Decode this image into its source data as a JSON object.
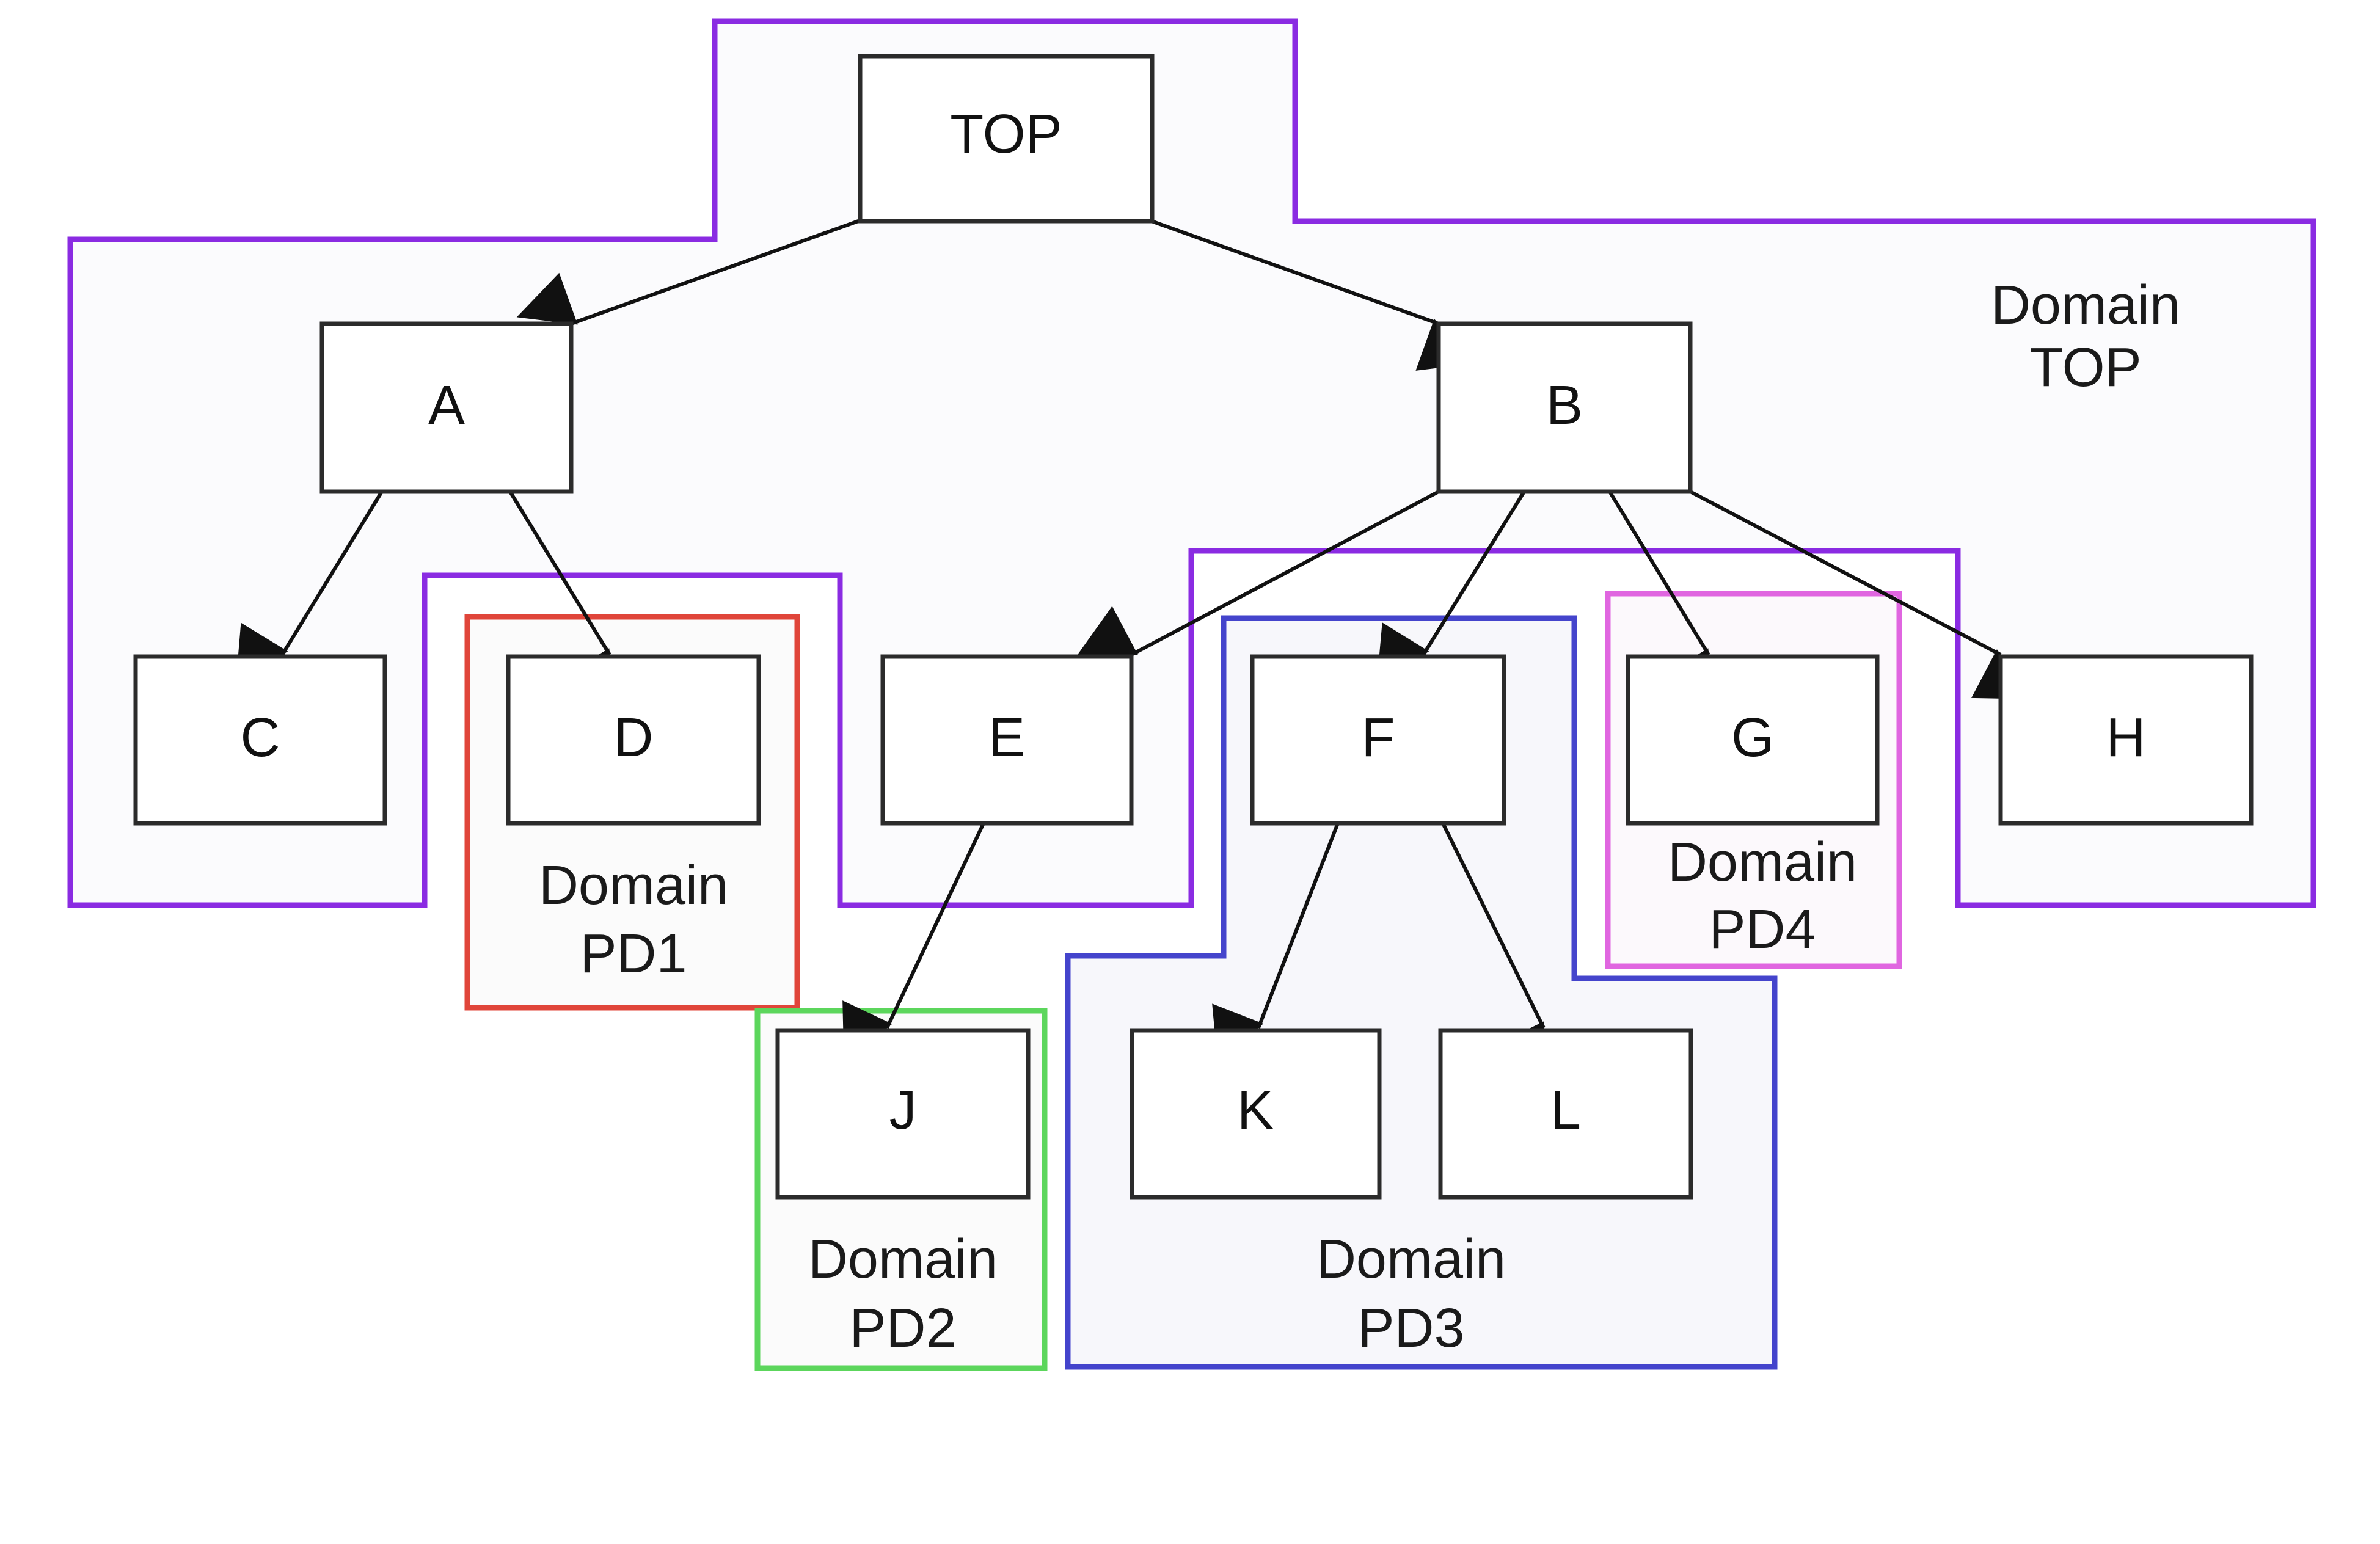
{
  "nodes": {
    "TOP": "TOP",
    "A": "A",
    "B": "B",
    "C": "C",
    "D": "D",
    "E": "E",
    "F": "F",
    "G": "G",
    "H": "H",
    "J": "J",
    "K": "K",
    "L": "L"
  },
  "domains": {
    "top": {
      "line1": "Domain",
      "line2": "TOP",
      "color": "#8a2be2"
    },
    "pd1": {
      "line1": "Domain",
      "line2": "PD1",
      "color": "#e0453a"
    },
    "pd2": {
      "line1": "Domain",
      "line2": "PD2",
      "color": "#5cd65c"
    },
    "pd3": {
      "line1": "Domain",
      "line2": "PD3",
      "color": "#4444cc"
    },
    "pd4": {
      "line1": "Domain",
      "line2": "PD4",
      "color": "#e066e0"
    }
  },
  "edges": [
    [
      "TOP",
      "A"
    ],
    [
      "TOP",
      "B"
    ],
    [
      "A",
      "C"
    ],
    [
      "A",
      "D"
    ],
    [
      "B",
      "E"
    ],
    [
      "B",
      "F"
    ],
    [
      "B",
      "G"
    ],
    [
      "B",
      "H"
    ],
    [
      "E",
      "J"
    ],
    [
      "F",
      "K"
    ],
    [
      "F",
      "L"
    ]
  ]
}
